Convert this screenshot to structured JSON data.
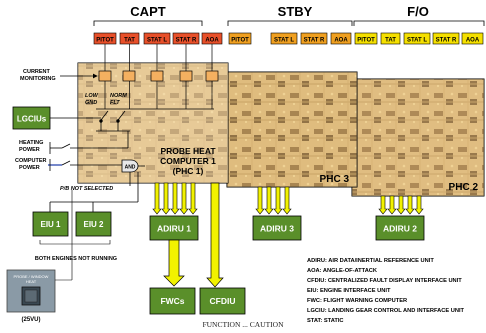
{
  "headers": {
    "capt": "CAPT",
    "stby": "STBY",
    "fo": "F/O"
  },
  "sensors": {
    "capt": [
      "PITOT",
      "TAT",
      "STAT L",
      "STAT R",
      "AOA"
    ],
    "stby": [
      "PITOT",
      "STAT L",
      "STAT R",
      "AOA"
    ],
    "fo": [
      "PITOT",
      "TAT",
      "STAT L",
      "STAT R",
      "AOA"
    ]
  },
  "labels": {
    "current_monitoring": [
      "CURRENT",
      "MONITORING"
    ],
    "low_gnd": [
      "LOW",
      "GND"
    ],
    "norm_flt": [
      "NORM",
      "FLT"
    ],
    "lgciu": "LGCIUs",
    "heating_power": [
      "HEATING",
      "POWER"
    ],
    "computer_power": [
      "COMPUTER",
      "POWER"
    ],
    "and_gate": "AND",
    "pb_not_selected": "P/B NOT SELECTED",
    "phc1": [
      "PROBE HEAT",
      "COMPUTER 1",
      "(PHC 1)"
    ],
    "phc3": "PHC 3",
    "phc2": "PHC 2",
    "eiu1": "EIU 1",
    "eiu2": "EIU 2",
    "adiru1": "ADIRU 1",
    "adiru3": "ADIRU 3",
    "adiru2": "ADIRU 2",
    "fwcs": "FWCs",
    "cfdiu": "CFDIU",
    "both_engines": "BOTH ENGINES NOT RUNNING",
    "panel_title": [
      "PROBE / WINDOW",
      "HEAT"
    ],
    "panel_id": "(25VU)"
  },
  "legend": [
    "ADIRU: AIR DATA/INERTIAL REFERENCE UNIT",
    "AOA: ANGLE-OF-ATTACK",
    "CFDIU: CENTRALIZED FAULT DISPLAY INTERFACE UNIT",
    "EIU: ENGINE INTERFACE UNIT",
    "FWC: FLIGHT WARNING COMPUTER",
    "LGCIU: LANDING GEAR CONTROL AND INTERFACE UNIT",
    "STAT: STATIC"
  ],
  "caption": "FUNCTION ... CAUTION",
  "colors": {
    "sensor_red": "#e8502a",
    "sensor_yellow": "#f5e000",
    "sensor_orange": "#f0a020",
    "green_box": "#5a8f2a",
    "yellow_arrow": "#f2f200",
    "black_arrow": "#000000",
    "panel_bg": "#8a9aa6"
  }
}
